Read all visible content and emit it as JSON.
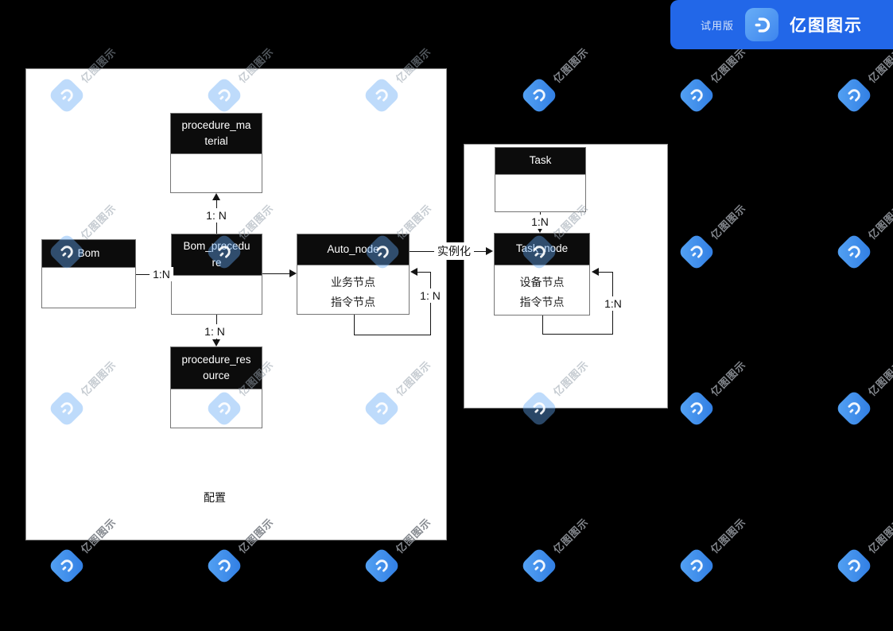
{
  "brand": {
    "trial_label": "试用版",
    "app_name": "亿图图示",
    "badge_bg": "#2267E8",
    "tile_gradient_start": "#68AEF7",
    "tile_gradient_end": "#3D85EE"
  },
  "watermark": {
    "text": "亿图图示",
    "bright_tile_start": "#55A3F4",
    "bright_tile_end": "#2F7CE2",
    "bright_text": "#84888E",
    "soft_tile": "rgba(100,170,245,0.42)",
    "soft_text": "rgba(150,160,172,0.55)"
  },
  "diagram": {
    "left_panel_caption": "配置",
    "entities": {
      "procedure_material": {
        "title_lines": [
          "procedure_ma",
          "terial"
        ]
      },
      "bom": {
        "title_lines": [
          "Bom"
        ]
      },
      "bom_procedure": {
        "title_lines": [
          "Bom_procedu",
          "re"
        ]
      },
      "auto_node": {
        "title_lines": [
          "Auto_node"
        ],
        "body_lines": [
          "业务节点",
          "指令节点"
        ]
      },
      "procedure_resource": {
        "title_lines": [
          "procedure_res",
          "ource"
        ]
      },
      "task": {
        "title_lines": [
          "Task"
        ]
      },
      "task_node": {
        "title_lines": [
          "Task_node"
        ],
        "body_lines": [
          "设备节点",
          "指令节点"
        ]
      }
    },
    "relation_labels": {
      "pm_bp": "1: N",
      "bom_bp": "1:N",
      "bp_pr": "1: N",
      "instantiate": "实例化",
      "auto_loop": "1: N",
      "task_tn": "1:N",
      "tn_loop": "1:N"
    }
  }
}
